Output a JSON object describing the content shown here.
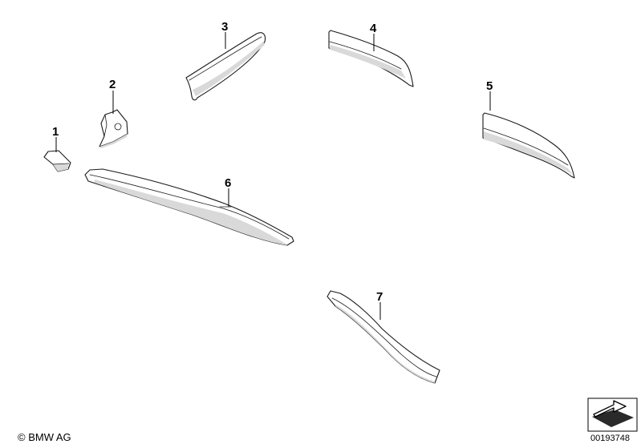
{
  "callouts": [
    {
      "id": "1",
      "label": "1"
    },
    {
      "id": "2",
      "label": "2"
    },
    {
      "id": "3",
      "label": "3"
    },
    {
      "id": "4",
      "label": "4"
    },
    {
      "id": "5",
      "label": "5"
    },
    {
      "id": "6",
      "label": "6"
    },
    {
      "id": "7",
      "label": "7"
    }
  ],
  "footer": {
    "copyright": "© BMW AG",
    "drawing_number": "00193748"
  },
  "icons": {
    "corner_icon": "arrow-box-icon"
  },
  "colors": {
    "line": "#1a1a1a",
    "background": "#ffffff"
  }
}
